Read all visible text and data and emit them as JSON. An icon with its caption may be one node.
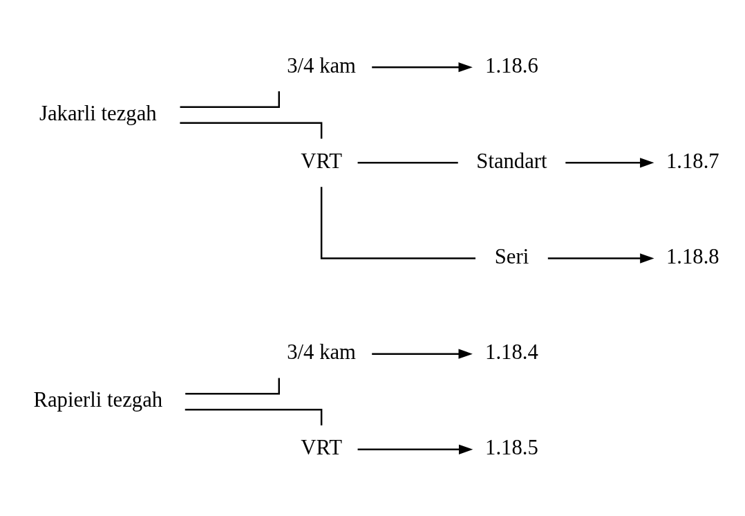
{
  "diagram": {
    "nodes": [
      {
        "text": [
          "Rapierli tezgah"
        ]
      },
      {
        "text": [
          "3/4 kam"
        ]
      },
      {
        "text": [
          "1.18.4"
        ]
      },
      {
        "text": [
          "VRT"
        ]
      },
      {
        "text": [
          "1.18.5"
        ]
      },
      {
        "text": [
          "Jakarli tezgah"
        ]
      },
      {
        "text": [
          "3/4 kam"
        ]
      },
      {
        "text": [
          "1.18.6"
        ]
      },
      {
        "text": [
          "VRT"
        ]
      },
      {
        "text": [
          "Standart"
        ]
      },
      {
        "text": [
          "1.18.7"
        ]
      },
      {
        "text": [
          "Seri"
        ]
      },
      {
        "text": [
          "1.18.8"
        ]
      }
    ],
    "edges": [
      {
        "from": 0,
        "to": 1,
        "arrow": "none"
      },
      {
        "from": 0,
        "to": 3,
        "arrow": "none"
      },
      {
        "from": 1,
        "to": 2,
        "arrow": "to"
      },
      {
        "from": 3,
        "to": 4,
        "arrow": "to"
      },
      {
        "from": 5,
        "to": 6,
        "arrow": "none"
      },
      {
        "from": 5,
        "to": 8,
        "arrow": "none"
      },
      {
        "from": 6,
        "to": 7,
        "arrow": "to"
      },
      {
        "from": 8,
        "to": 9,
        "arrow": "none"
      },
      {
        "from": 8,
        "to": 11,
        "arrow": "none"
      },
      {
        "from": 9,
        "to": 10,
        "arrow": "to"
      },
      {
        "from": 11,
        "to": 12,
        "arrow": "to"
      }
    ]
  }
}
